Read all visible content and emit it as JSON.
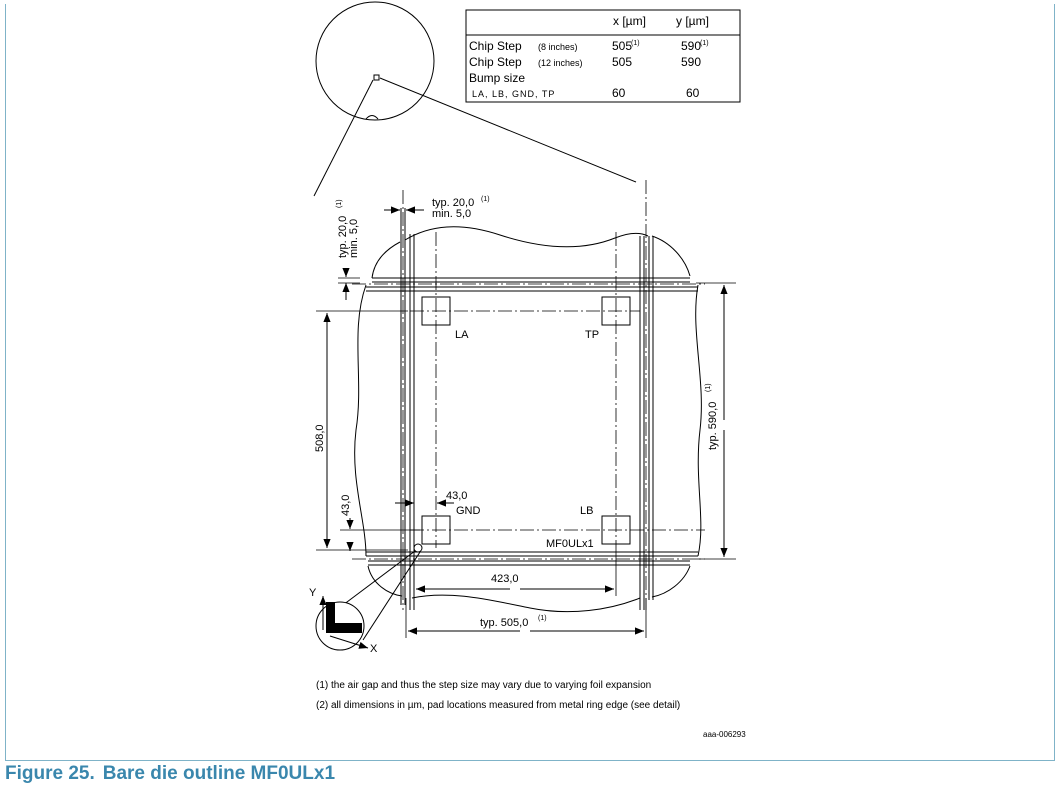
{
  "table": {
    "headers": [
      "",
      "x [µm]",
      "y [µm]"
    ],
    "rows": [
      {
        "label": "Chip Step",
        "sub": "(8 inches)",
        "x": "505",
        "x_note": "(1)",
        "y": "590",
        "y_note": "(1)"
      },
      {
        "label": "Chip Step",
        "sub": "(12 inches)",
        "x": "505",
        "x_note": "",
        "y": "590",
        "y_note": ""
      },
      {
        "label": "Bump size",
        "sub": "",
        "x": "",
        "x_note": "",
        "y": "",
        "y_note": ""
      },
      {
        "label": "LA, LB, GND, TP",
        "sub": "",
        "x": "60",
        "x_note": "",
        "y": "60",
        "y_note": ""
      }
    ]
  },
  "dims": {
    "street_x_typ": "typ. 20,0",
    "street_x_typ_note": "(1)",
    "street_x_min": "min. 5,0",
    "street_y_typ": "typ. 20,0",
    "street_y_typ_note": "(1)",
    "street_y_min": "min. 5,0",
    "pad_pitch_y": "508,0",
    "pad_offset_y": "43,0",
    "pad_offset_x": "43,0",
    "pad_pitch_x": "423,0",
    "step_x": "typ. 505,0",
    "step_x_note": "(1)",
    "step_y": "typ. 590,0",
    "step_y_note": "(1)"
  },
  "pads": {
    "la": "LA",
    "tp": "TP",
    "gnd": "GND",
    "lb": "LB",
    "chip": "MF0ULx1"
  },
  "axes": {
    "x": "X",
    "y": "Y"
  },
  "notes": [
    "(1) the air gap and thus the step size may vary due to varying foil expansion",
    "(2) all dimensions in µm, pad locations measured from metal ring edge (see detail)"
  ],
  "doc_id": "aaa-006293",
  "figure": {
    "number": "Figure 25.",
    "title": "Bare die outline MF0ULx1"
  }
}
